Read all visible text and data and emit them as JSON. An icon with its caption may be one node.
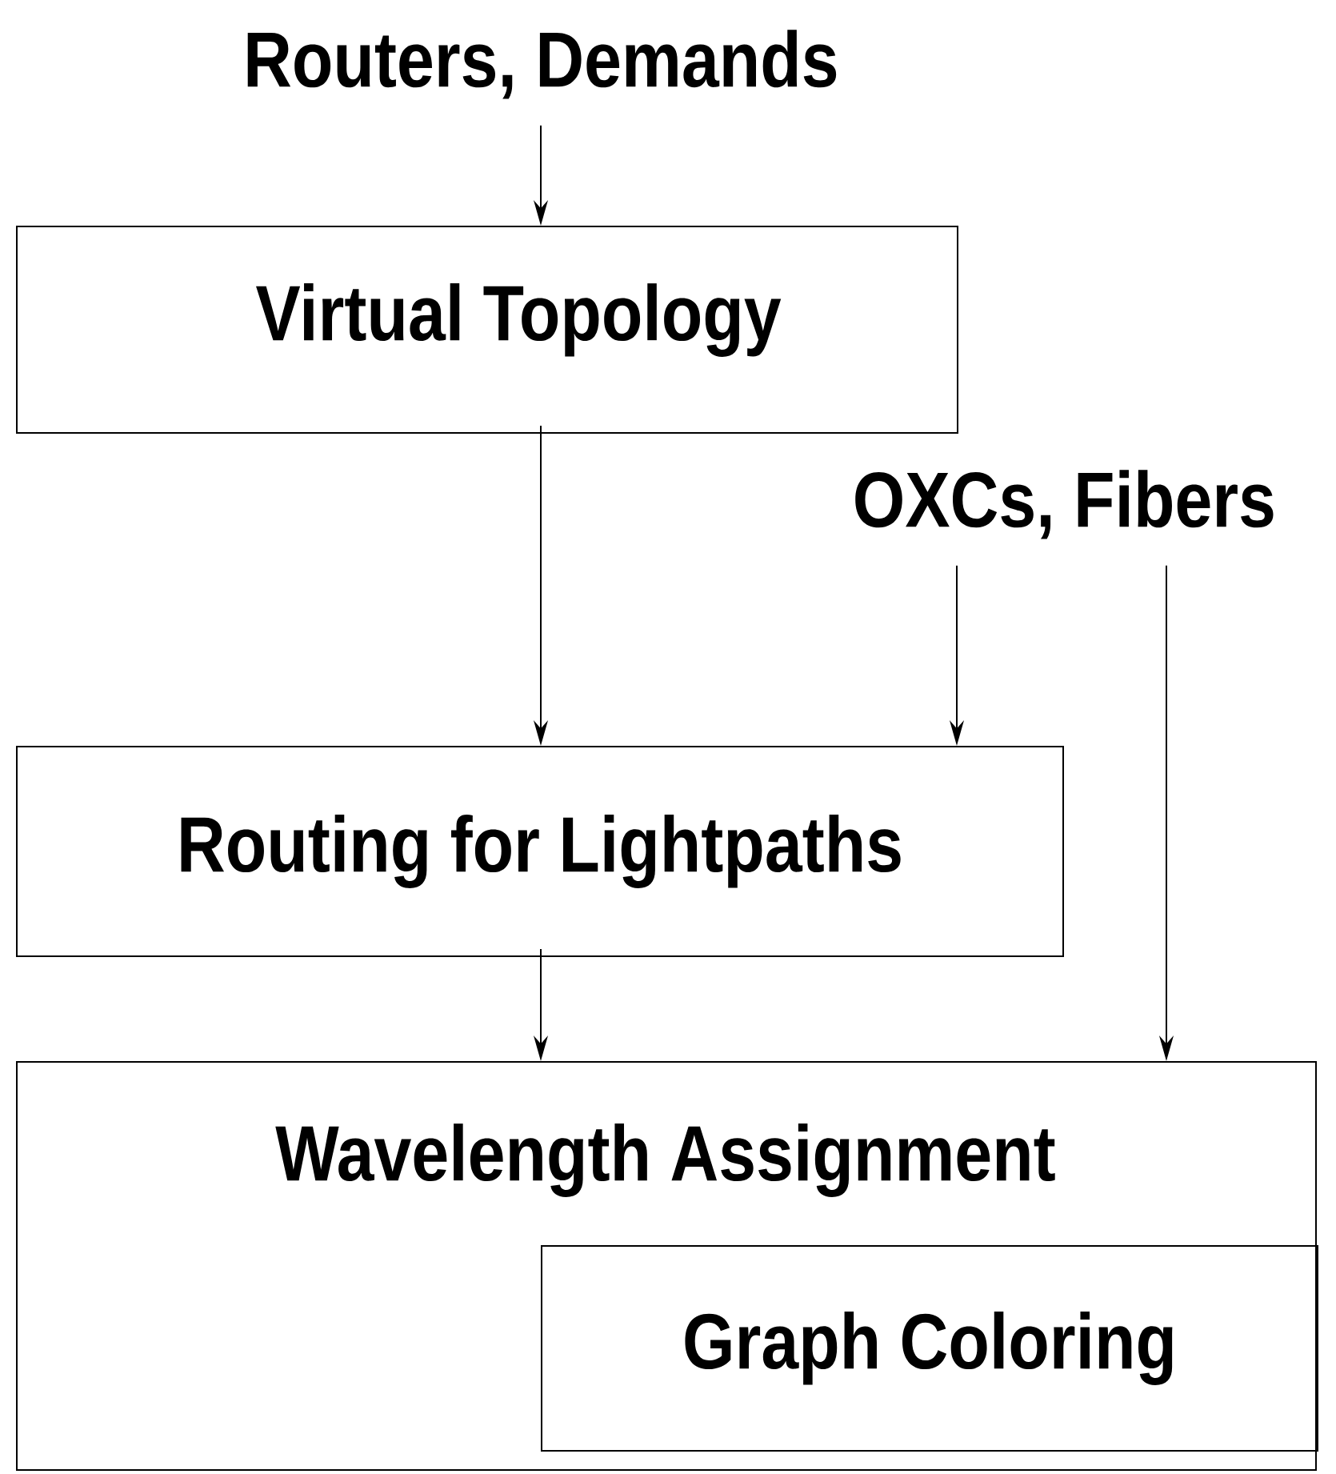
{
  "diagram": {
    "nodes": [
      {
        "text": [
          "Routers, Demands"
        ]
      },
      {
        "text": [
          "Virtual Topology"
        ]
      },
      {
        "text": [
          "OXCs, Fibers"
        ]
      },
      {
        "text": [
          "Routing for Lightpaths"
        ]
      },
      {
        "text": [
          "Wavelength Assignment"
        ]
      },
      {
        "text": [
          "Graph Coloring"
        ],
        "in": 4
      }
    ],
    "edges": [
      {
        "from": 0,
        "to": 1,
        "arrow": "to"
      },
      {
        "from": 1,
        "to": 3,
        "arrow": "to"
      },
      {
        "from": 2,
        "to": 3,
        "arrow": "to"
      },
      {
        "from": 3,
        "to": 4,
        "arrow": "to"
      },
      {
        "from": 2,
        "to": 4,
        "arrow": "to"
      }
    ]
  }
}
